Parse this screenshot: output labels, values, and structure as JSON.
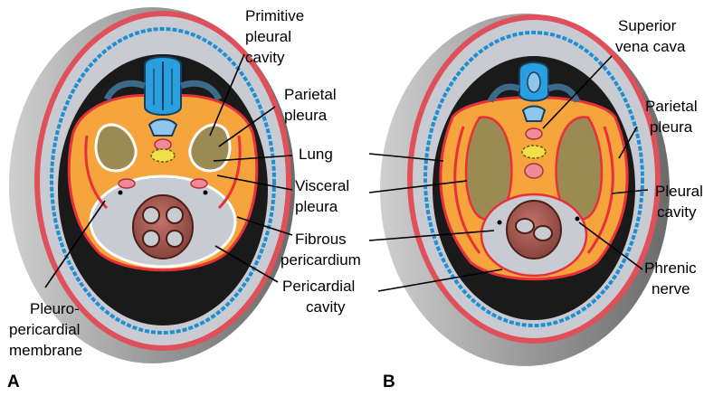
{
  "panels": [
    {
      "letter": "A",
      "labels": {
        "primitive_pleural_cavity": [
          "Primitive",
          "pleural",
          "cavity"
        ],
        "parietal_pleura": [
          "Parietal",
          "pleura"
        ],
        "lung": "Lung",
        "visceral_pleura": [
          "Visceral",
          "pleura"
        ],
        "fibrous_pericardium": [
          "Fibrous",
          "pericardium"
        ],
        "pericardial_cavity": [
          "Pericardial",
          "cavity"
        ],
        "pleuropericardial_membrane": [
          "Pleuro-",
          "pericardial",
          "membrane"
        ]
      }
    },
    {
      "letter": "B",
      "labels": {
        "superior_vena_cava": [
          "Superior",
          "vena cava"
        ],
        "parietal_pleura": [
          "Parietal",
          "pleura"
        ],
        "pleural_cavity": [
          "Pleural",
          "cavity"
        ],
        "phrenic_nerve": [
          "Phrenic",
          "nerve"
        ]
      }
    }
  ],
  "colors": {
    "outer_wall": "#a9a9a9",
    "skin_red": "#e0505a",
    "body_wall_blue": "#1f8fd1",
    "tissue_gray": "#c8ccd2",
    "cavity_dark": "#1a1a1a",
    "pleura_orange": "#f6a43c",
    "membrane_red": "#e8303a",
    "lung_olive": "#9b8a52",
    "heart_brown": "#a55a50",
    "vertebra_blue": "#2a9fe0",
    "vessel_pink": "#f08a96",
    "esophagus_yellow": "#f2e04a"
  }
}
